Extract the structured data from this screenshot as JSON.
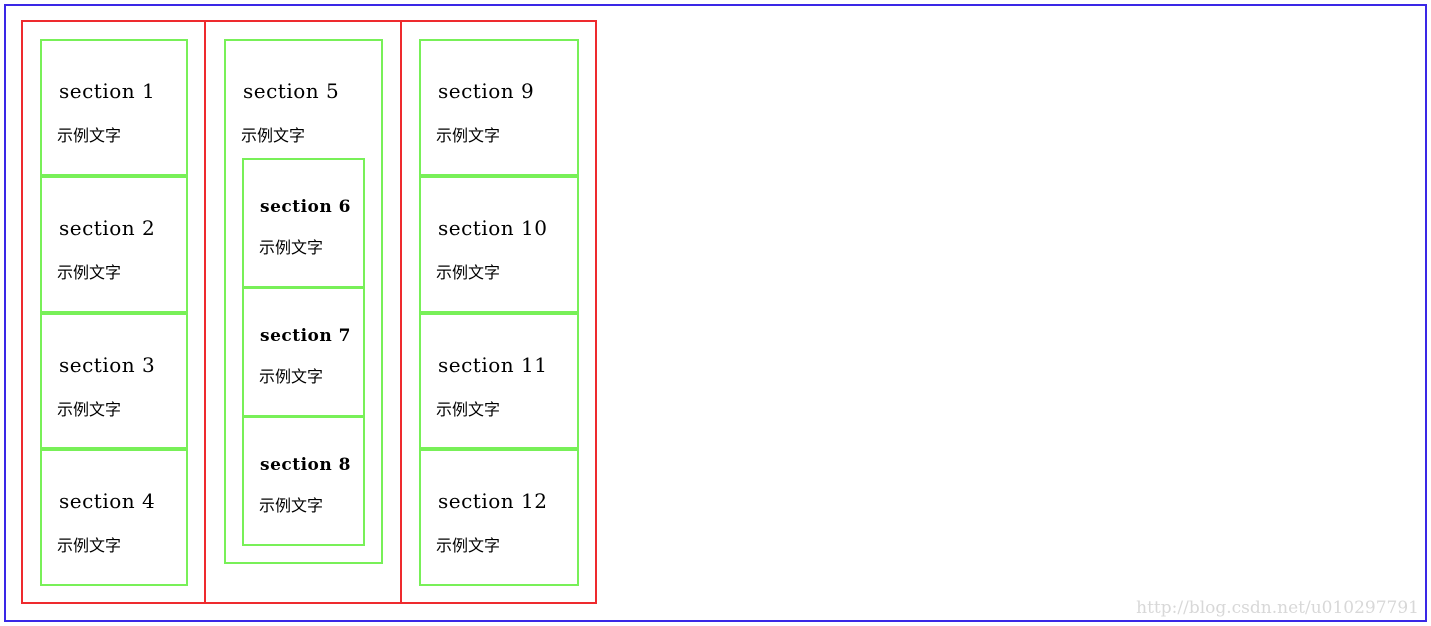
{
  "columns": [
    {
      "sections": [
        {
          "title": "section 1",
          "text": "示例文字"
        },
        {
          "title": "section 2",
          "text": "示例文字"
        },
        {
          "title": "section 3",
          "text": "示例文字"
        },
        {
          "title": "section 4",
          "text": "示例文字"
        }
      ]
    },
    {
      "outer": {
        "title": "section 5",
        "text": "示例文字"
      },
      "inner": [
        {
          "title": "section 6",
          "text": "示例文字"
        },
        {
          "title": "section 7",
          "text": "示例文字"
        },
        {
          "title": "section 8",
          "text": "示例文字"
        }
      ]
    },
    {
      "sections": [
        {
          "title": "section 9",
          "text": "示例文字"
        },
        {
          "title": "section 10",
          "text": "示例文字"
        },
        {
          "title": "section 11",
          "text": "示例文字"
        },
        {
          "title": "section 12",
          "text": "示例文字"
        }
      ]
    }
  ],
  "watermark": "http://blog.csdn.net/u010297791",
  "colors": {
    "frame_border": "#3a28e6",
    "column_border": "#ee2a2e",
    "section_border": "#78f058"
  }
}
